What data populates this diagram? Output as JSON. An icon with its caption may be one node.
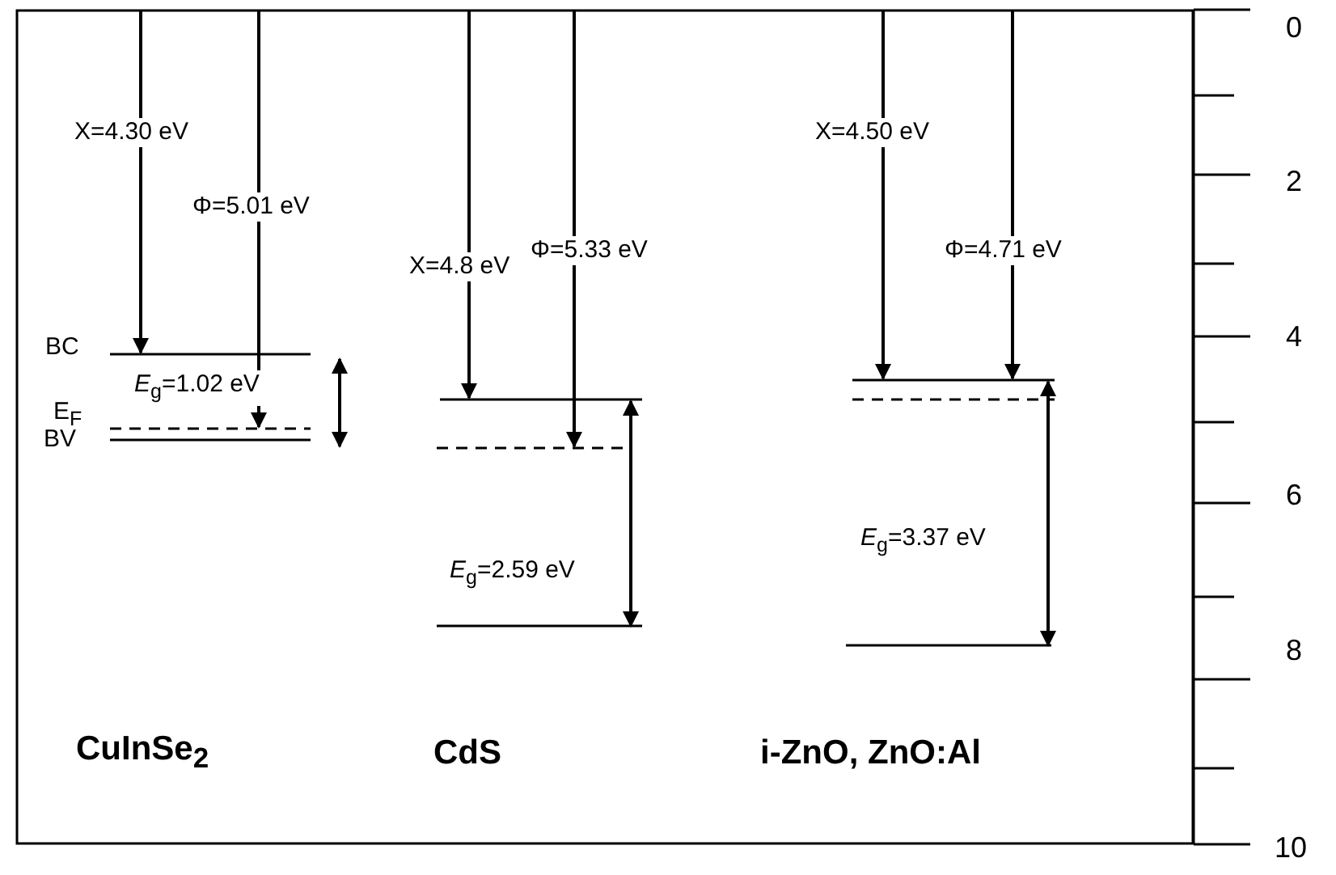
{
  "diagram": {
    "labels": [
      "0",
      "X=4.30 eV",
      "X=4.50 eV",
      "Φ=5.01 eV",
      "X=4.8 eV",
      "Φ=5.33 eV",
      "Φ=4.71 eV",
      "2",
      "BC",
      "4",
      "*E*$_{g}$=1.02 eV",
      "E$_{F}$",
      "BV",
      "6",
      "*E*$_{g}$=2.59 eV",
      "*E*$_{g}$=3.37 eV",
      "8",
      "CuInSe$_{2}$",
      "CdS",
      "i-ZnO, ZnO:Al",
      "10"
    ]
  }
}
